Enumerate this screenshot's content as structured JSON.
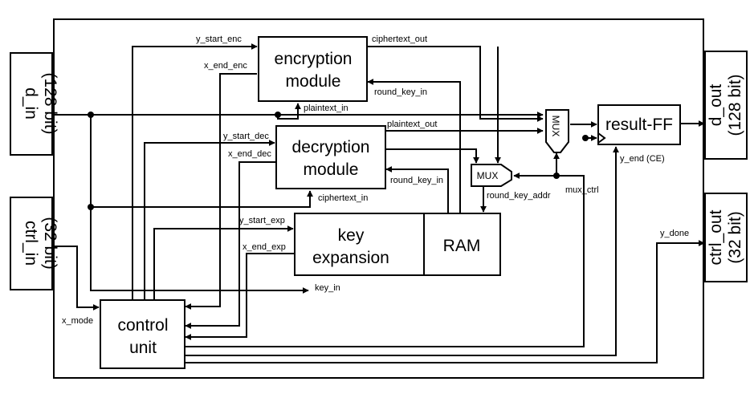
{
  "ports": {
    "d_in": {
      "line1": "d_in",
      "line2": "(128 bit)"
    },
    "ctrl_in": {
      "line1": "ctrl_in",
      "line2": "(32 bit)"
    },
    "d_out": {
      "line1": "d_out",
      "line2": "(128 bit)"
    },
    "ctrl_out": {
      "line1": "ctrl_out",
      "line2": "(32 bit)"
    }
  },
  "blocks": {
    "encryption": {
      "line1": "encryption",
      "line2": "module"
    },
    "decryption": {
      "line1": "decryption",
      "line2": "module"
    },
    "key_expansion": {
      "line1": "key",
      "line2": "expansion"
    },
    "ram": "RAM",
    "control_unit": {
      "line1": "control",
      "line2": "unit"
    },
    "result_ff": "result-FF",
    "mux_out": "MUX",
    "mux_key": "MUX"
  },
  "signals": {
    "y_start_enc": "y_start_enc",
    "x_end_enc": "x_end_enc",
    "ciphertext_out": "ciphertext_out",
    "round_key_in_enc": "round_key_in",
    "plaintext_in": "plaintext_in",
    "y_start_dec": "y_start_dec",
    "x_end_dec": "x_end_dec",
    "plaintext_out": "plaintext_out",
    "round_key_in_dec": "round_key_in",
    "ciphertext_in": "ciphertext_in",
    "mux_ctrl": "mux_ctrl",
    "round_key_addr": "round_key_addr",
    "y_end_ce": "y_end (CE)",
    "y_start_exp": "y_start_exp",
    "x_end_exp": "x_end_exp",
    "key_in": "key_in",
    "y_done": "y_done",
    "x_mode": "x_mode"
  }
}
